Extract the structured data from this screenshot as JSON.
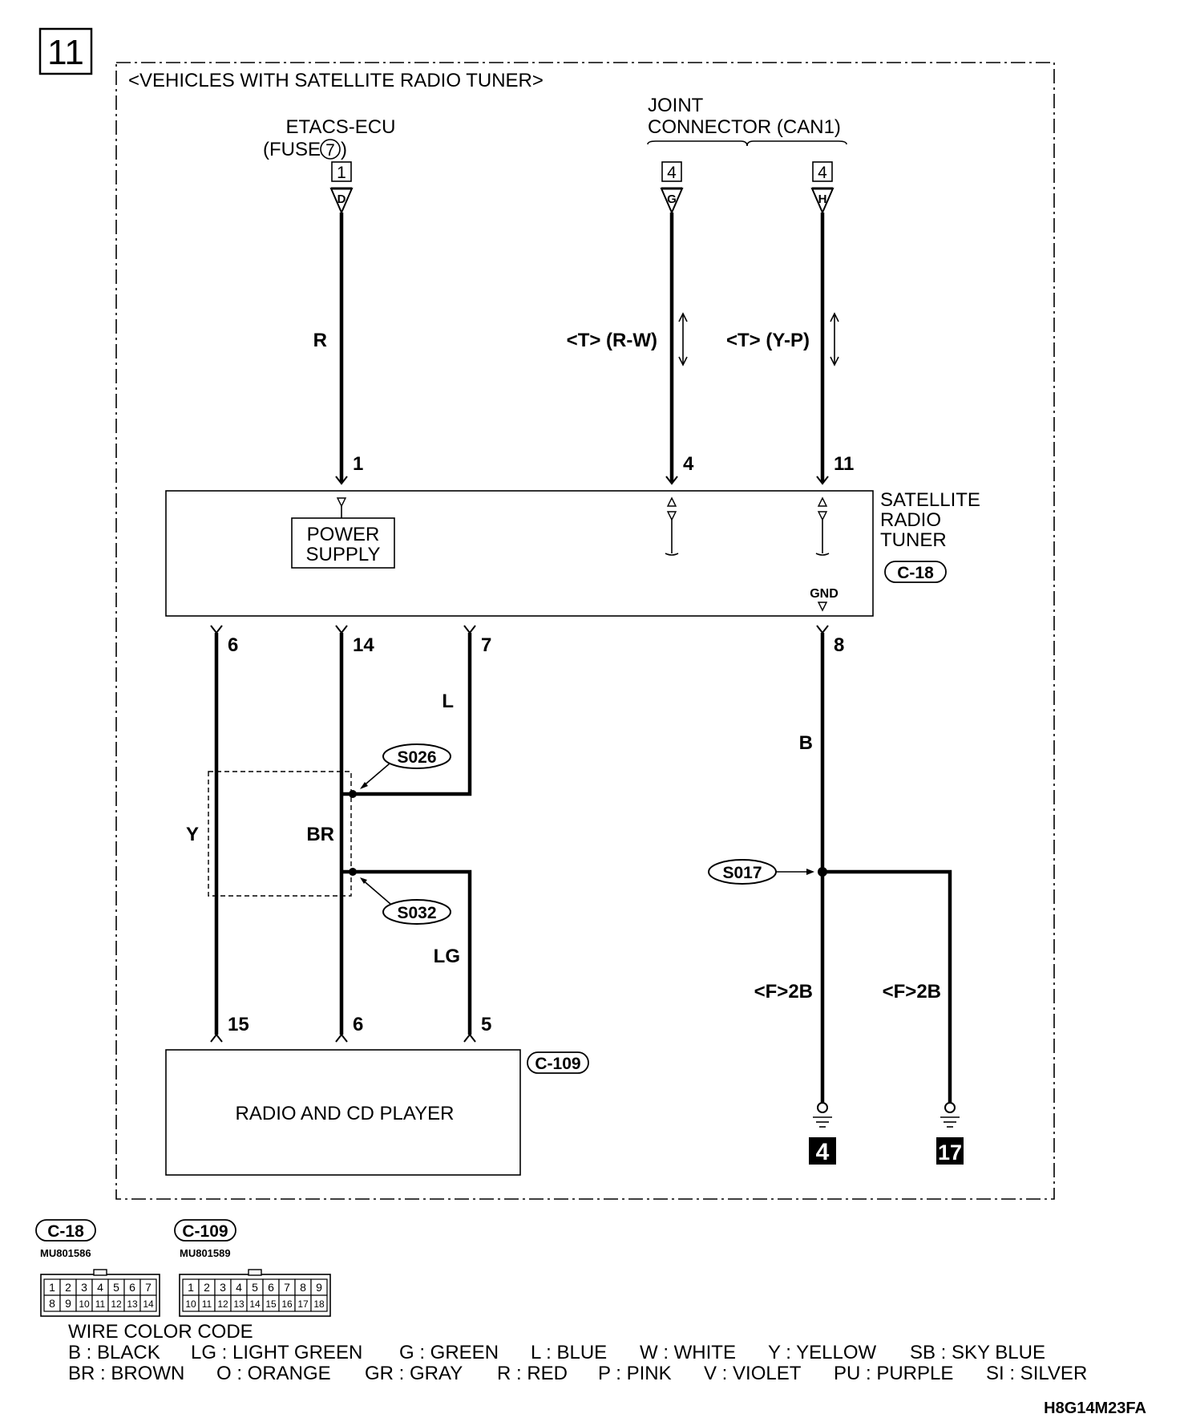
{
  "page_number": "11",
  "variant": "<VEHICLES WITH SATELLITE RADIO TUNER>",
  "etacs": {
    "title": "ETACS-ECU",
    "fuse_prefix": "(FUSE",
    "fuse_no": "7",
    "fuse_suffix": ")",
    "connector_no": "1",
    "pin_letter": "D"
  },
  "joint": {
    "title_1": "JOINT",
    "title_2": "CONNECTOR (CAN1)",
    "conn_g_no": "4",
    "conn_g_letter": "G",
    "conn_h_no": "4",
    "conn_h_letter": "H"
  },
  "wires": {
    "power": {
      "color": "R",
      "tuner_pin": "1"
    },
    "can_g": {
      "label": "<T> (R-W)",
      "tuner_pin": "4"
    },
    "can_h": {
      "label": "<T> (Y-P)",
      "tuner_pin": "11"
    },
    "y": {
      "color": "Y",
      "tuner_pin": "6",
      "radio_pin": "15"
    },
    "br": {
      "color": "BR",
      "tuner_pin": "14",
      "radio_pin": "6"
    },
    "l": {
      "color": "L",
      "tuner_pin": "7"
    },
    "lg": {
      "color": "LG",
      "radio_pin": "5"
    },
    "gnd": {
      "color": "B",
      "tuner_pin": "8"
    }
  },
  "splices": {
    "s026": "S026",
    "s032": "S032",
    "s017": "S017"
  },
  "tuner": {
    "name_1": "SATELLITE",
    "name_2": "RADIO",
    "name_3": "TUNER",
    "connector": "C-18",
    "power_1": "POWER",
    "power_2": "SUPPLY",
    "gnd": "GND"
  },
  "radio": {
    "name": "RADIO AND CD PLAYER",
    "connector": "C-109"
  },
  "grounds": {
    "left_label": "<F>2B",
    "right_label": "<F>2B",
    "left_no": "4",
    "right_no": "17"
  },
  "connector_views": [
    {
      "id": "C-18",
      "part": "MU801586",
      "row1": [
        "1",
        "2",
        "3",
        "4",
        "5",
        "6",
        "7"
      ],
      "row2": [
        "8",
        "9",
        "10",
        "11",
        "12",
        "13",
        "14"
      ]
    },
    {
      "id": "C-109",
      "part": "MU801589",
      "row1": [
        "1",
        "2",
        "3",
        "4",
        "5",
        "6",
        "7",
        "8",
        "9"
      ],
      "row2": [
        "10",
        "11",
        "12",
        "13",
        "14",
        "15",
        "16",
        "17",
        "18"
      ]
    }
  ],
  "legend": {
    "title": "WIRE COLOR CODE",
    "row1": [
      "B : BLACK",
      "LG : LIGHT GREEN",
      "G : GREEN",
      "L : BLUE",
      "W : WHITE",
      "Y : YELLOW",
      "SB : SKY BLUE"
    ],
    "row2": [
      "BR : BROWN",
      "O : ORANGE",
      "GR : GRAY",
      "R : RED",
      "P : PINK",
      "V : VIOLET",
      "PU : PURPLE",
      "SI : SILVER"
    ]
  },
  "figure_code": "H8G14M23FA"
}
